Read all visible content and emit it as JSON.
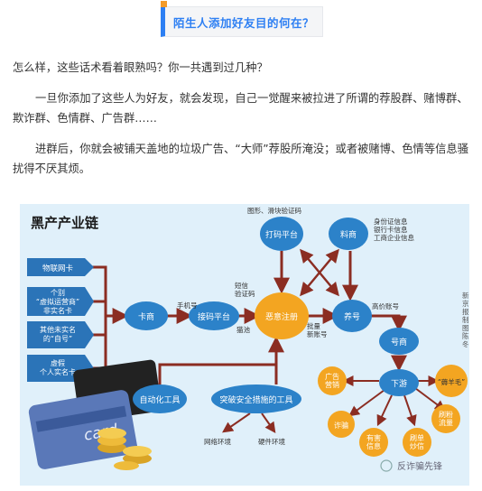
{
  "header": {
    "title": "陌生人添加好友目的何在？",
    "accent_color": "#2d7ff3",
    "corner_color": "#f39b2a"
  },
  "paragraphs": [
    "怎么样，这些话术看着眼熟吗？你一共遇到过几种？",
    "一旦你添加了这些人为好友，就会发现，自己一觉醒来被拉进了所谓的荐股群、赌博群、欺诈群、色情群、广告群……",
    "进群后，你就会被铺天盖地的垃圾广告、“大师”荐股所淹没；或者被赌博、色情等信息骚扰得不厌其烦。"
  ],
  "diagram": {
    "title": "黑产产业链",
    "left_labels": [
      "物联网卡",
      "个别\n“虚拟运营商”\n非实名卡",
      "其他未实名\n的“自号”",
      "虚假\n个人实名卡"
    ],
    "nodes": {
      "card_dealer": "卡商",
      "sms_platform": "接码平台",
      "malicious_register": "恶意注册",
      "code_platform": "打码平台",
      "data_dealer": "料商",
      "account_dealer": "养号",
      "number_dealer": "号商",
      "downstream": "下游",
      "auto_tool": "自动化工具",
      "break_tool": "突破安全措施的工具"
    },
    "edge_labels": {
      "phone": "手机号",
      "sms_code": "短信\n验证码",
      "captcha": "图形、滑块验证码",
      "identity": "身份证信息\n银行卡信息\n工商企业信息",
      "fake_account": "批量\n新账号",
      "high_value": "高价账号",
      "proxy": "猫池",
      "network": "网络环境",
      "hardware": "硬件环境"
    },
    "outcomes": [
      "广告\n营销",
      "诈骗",
      "有害\n信息",
      "刷单\n炒信",
      "“薅羊毛”",
      "刷粉\n流量"
    ],
    "side_note": "新京报制图陈冬",
    "watermark": "反诈骗先锋",
    "card_text": "card",
    "colors": {
      "background": "#e0f0fa",
      "node_blue": "#2c82c9",
      "node_orange": "#f3a521",
      "left_box": "#2b74b8",
      "arrow": "#8b2d22"
    }
  }
}
